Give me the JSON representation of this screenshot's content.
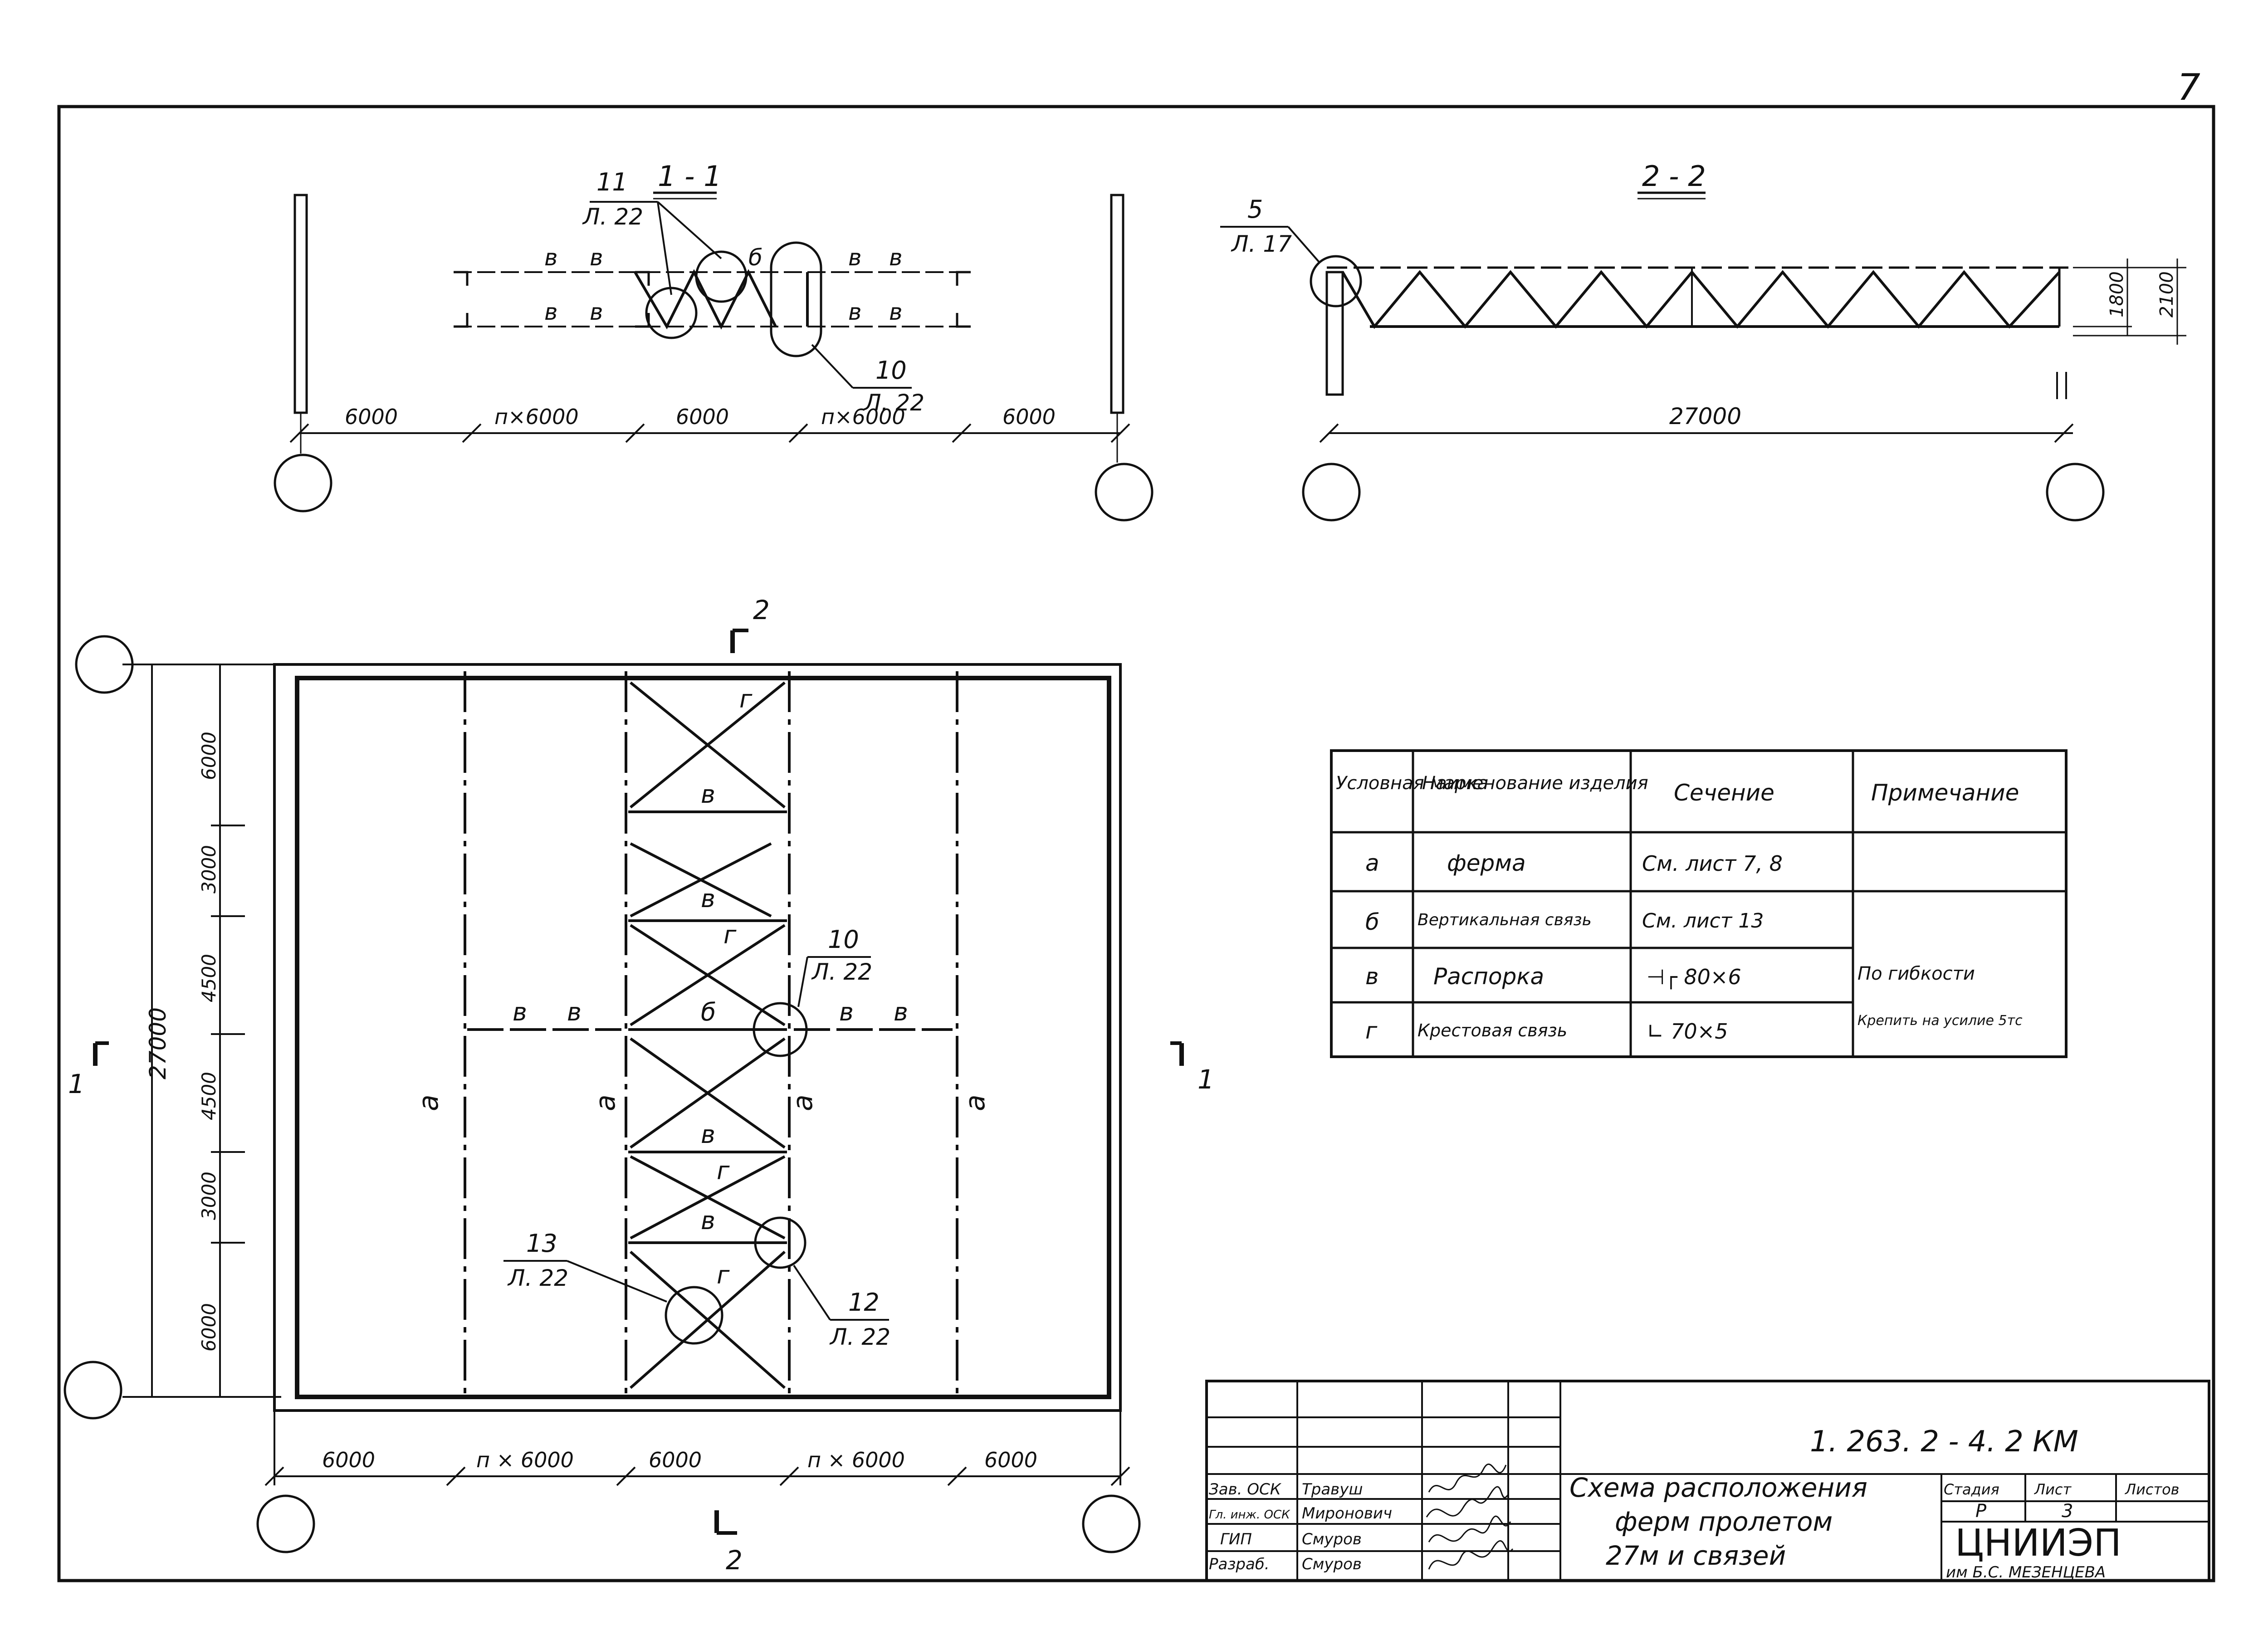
{
  "page_number": "7",
  "section_1": {
    "title": "1 - 1",
    "callout_11": {
      "num": "11",
      "ref": "Л. 22"
    },
    "callout_10": {
      "num": "10",
      "ref": "Л. 22"
    },
    "label_b": "б",
    "label_v": "в",
    "dims": [
      "6000",
      "п×6000",
      "6000",
      "п×6000",
      "6000"
    ]
  },
  "section_2": {
    "title": "2 - 2",
    "callout_5": {
      "num": "5",
      "ref": "Л. 17"
    },
    "dim_span": "27000",
    "dim_1800": "1800",
    "dim_2100": "2100"
  },
  "plan": {
    "mark_2": "2",
    "mark_1": "1",
    "dim_total": "27000",
    "dims_vertical": [
      "6000",
      "3000",
      "4500",
      "4500",
      "3000",
      "6000"
    ],
    "dims_horizontal": [
      "6000",
      "п × 6000",
      "6000",
      "п × 6000",
      "6000"
    ],
    "label_a": "а",
    "label_b": "б",
    "label_v": "в",
    "label_g": "г",
    "callout_10": {
      "num": "10",
      "ref": "Л. 22"
    },
    "callout_12": {
      "num": "12",
      "ref": "Л. 22"
    },
    "callout_13": {
      "num": "13",
      "ref": "Л. 22"
    }
  },
  "spec_table": {
    "headers": [
      "Условная марка",
      "Наименование изделия",
      "Сечение",
      "Примечание"
    ],
    "rows": [
      {
        "mark": "а",
        "name": "ферма",
        "section": "См. лист 7, 8",
        "note": ""
      },
      {
        "mark": "б",
        "name": "Вертикальная связь",
        "section": "См. лист 13",
        "note": ""
      },
      {
        "mark": "в",
        "name": "Распорка",
        "section": "⊣┌ 80×6",
        "note": "По гибкости"
      },
      {
        "mark": "г",
        "name": "Крестовая связь",
        "section": "∟ 70×5",
        "note": "Крепить на усилие 5тс"
      }
    ]
  },
  "title_block": {
    "doc_code": "1. 263. 2 - 4. 2 КМ",
    "roles": [
      "Зав. ОСК",
      "Гл. инж. ОСК",
      "ГИП",
      "Разраб."
    ],
    "names": [
      "Травуш",
      "Миронович",
      "Смуров",
      "Смуров"
    ],
    "title_lines": [
      "Схема расположения",
      "ферм пролетом",
      "27м   и связей"
    ],
    "stage_label": "Стадия",
    "sheet_label": "Лист",
    "sheets_label": "Листов",
    "stage": "Р",
    "sheet": "3",
    "org": "ЦНИИЭП",
    "org_sub": "им Б.С. МЕЗЕНЦЕВА"
  }
}
